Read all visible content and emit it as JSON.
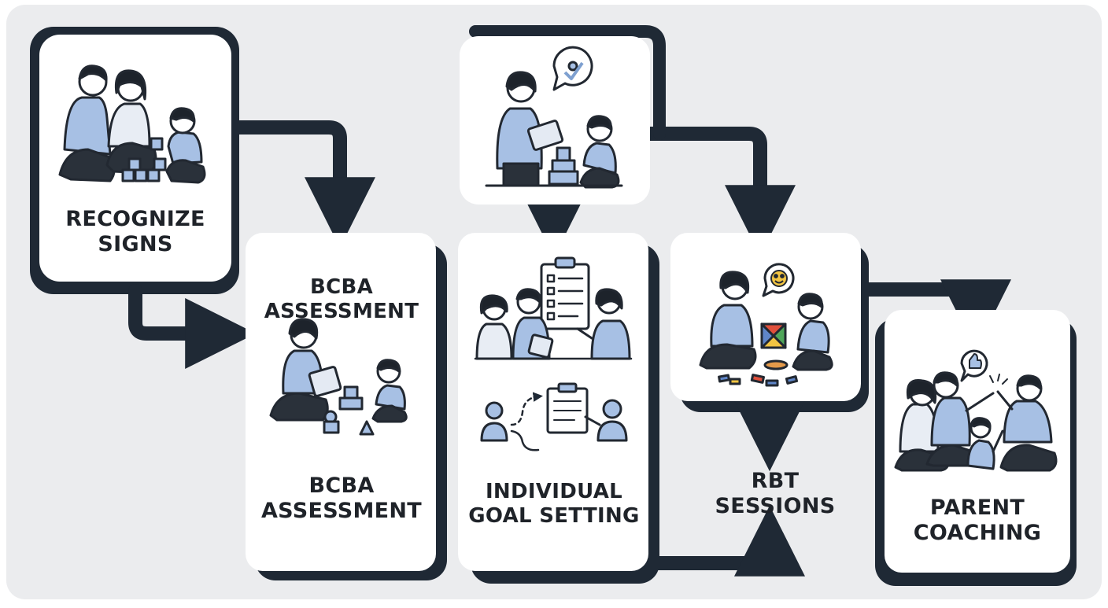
{
  "steps": [
    {
      "id": "recognize",
      "lines": [
        "RECOGNIZE",
        "SIGNS"
      ]
    },
    {
      "id": "bcba",
      "top_lines": [
        "BCBA",
        "ASSESSMENT"
      ],
      "bottom_lines": [
        "BCBA",
        "ASSESSMENT"
      ]
    },
    {
      "id": "goal",
      "lines": [
        "INDIVIDUAL",
        "GOAL SETTING"
      ]
    },
    {
      "id": "rbt",
      "lines": [
        "RBT",
        "SESSIONS"
      ]
    },
    {
      "id": "parent",
      "lines": [
        "PARENT",
        "COACHING"
      ]
    }
  ],
  "colors": {
    "background": "#ebecee",
    "card": "#ffffff",
    "card_shadow": "#1f2935",
    "connector": "#1f2935",
    "figure_fill": "#a7c0e4",
    "figure_stroke": "#222831",
    "skin": "#ffffff",
    "hair": "#1d232b",
    "smiley": "#f3c542"
  },
  "icons": [
    "family-icon",
    "therapist-child-icon",
    "checkmark-bubble-icon",
    "clipboard-icon",
    "meeting-icon",
    "goal-plan-icon",
    "smiley-bubble-icon",
    "puzzle-play-icon",
    "thumbs-up-bubble-icon",
    "high-five-family-icon"
  ]
}
